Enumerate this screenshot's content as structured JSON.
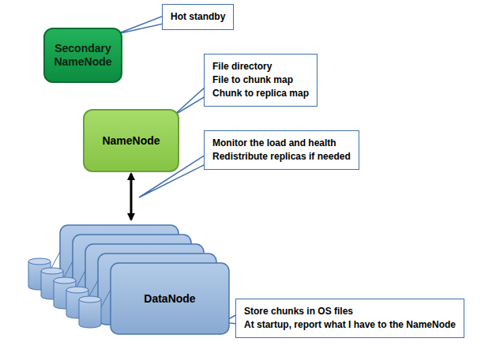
{
  "diagram": {
    "nodes": [
      {
        "text": [
          "Secondary NameNode"
        ]
      },
      {
        "text": [
          "Hot standby"
        ]
      },
      {
        "text": [
          "File directory",
          "File to chunk map",
          "Chunk to replica map"
        ]
      },
      {
        "text": [
          "NameNode"
        ]
      },
      {
        "text": [
          "Monitor the load and health",
          "Redistribute replicas if needed"
        ]
      },
      {
        "text": [
          "DataNode"
        ]
      },
      {
        "text": [
          "Store chunks in OS files",
          "At startup, report what I have to the NameNode"
        ]
      }
    ],
    "edges": [
      {
        "from": 3,
        "to": 5,
        "arrow": "both"
      }
    ]
  }
}
